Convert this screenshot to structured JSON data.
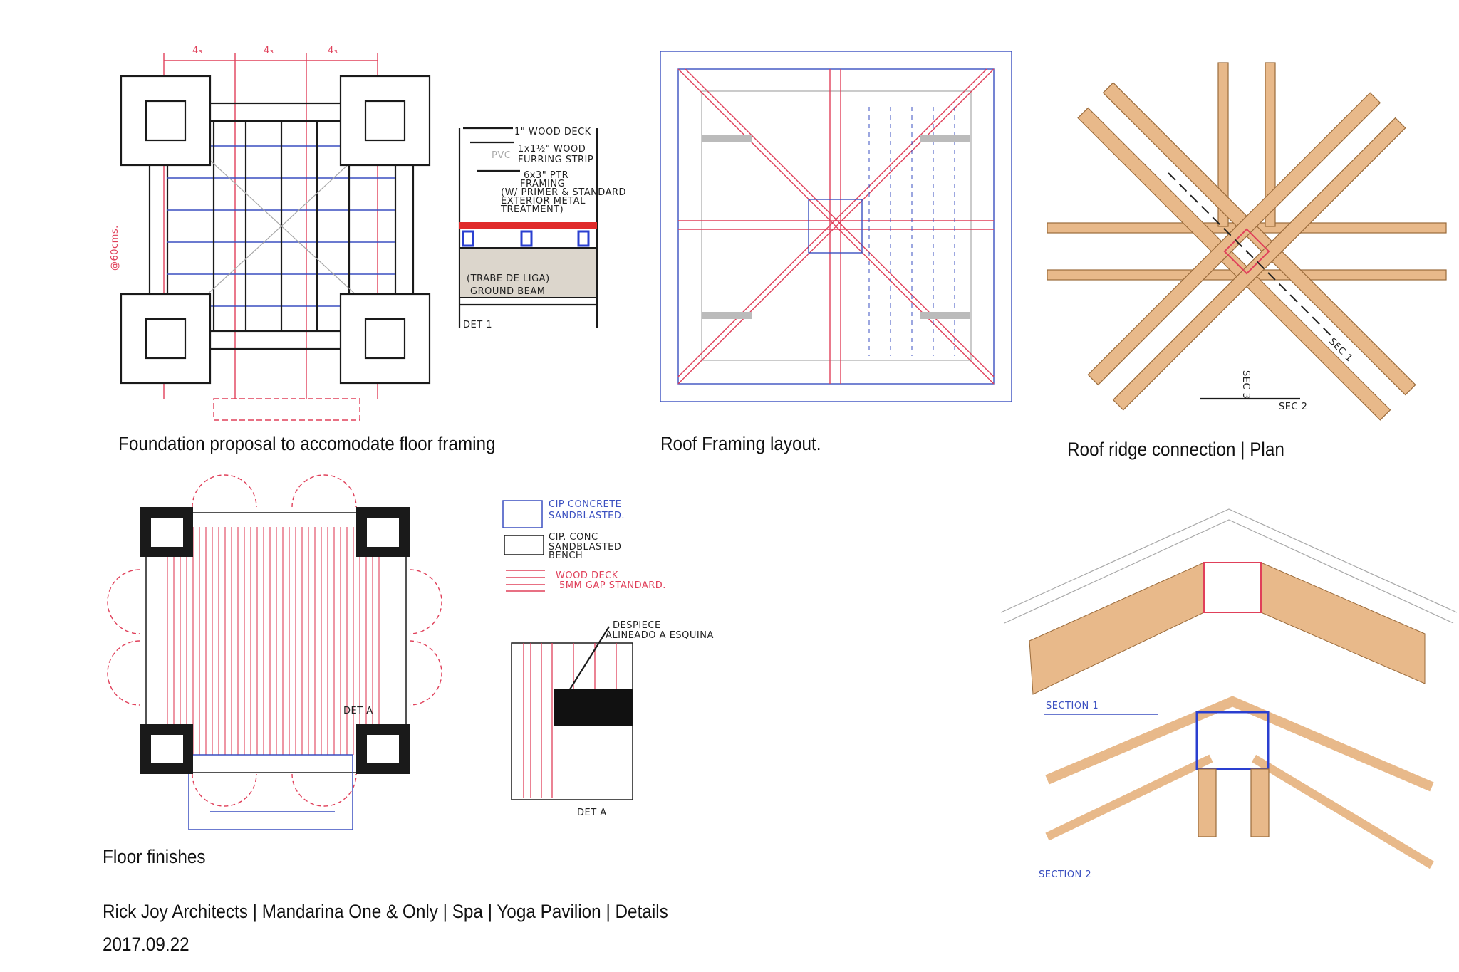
{
  "captions": {
    "foundation": "Foundation proposal to accomodate floor framing",
    "roof_framing": "Roof Framing layout.",
    "ridge": "Roof ridge connection | Plan",
    "floor": "Floor finishes",
    "title": "Rick Joy Architects | Mandarina One & Only | Spa | Yoga Pavilion | Details",
    "date": "2017.09.22"
  },
  "foundation_notes": {
    "dim1": "4₃",
    "dim2": "4₃",
    "dim3": "4₃",
    "spacing": "@60cms.",
    "detail_ref": "DET 1"
  },
  "detail1": {
    "note1": "1\" WOOD DECK",
    "note2a": "1x1½\" WOOD",
    "note2b": "FURRING STRIP",
    "pvc": "PVC",
    "note3a": "6x3\" PTR",
    "note3b": "FRAMING",
    "note3c": "(W/ PRIMER & STANDARD",
    "note3d": "EXTERIOR METAL",
    "note3e": "TREATMENT)",
    "beam1": "(TRABE DE LIGA)",
    "beam2": "GROUND BEAM",
    "label": "DET 1"
  },
  "legend": {
    "item1a": "CIP CONCRETE",
    "item1b": "SANDBLASTED.",
    "item2a": "CIP. CONC",
    "item2b": "SANDBLASTED",
    "item2c": "BENCH",
    "item3a": "WOOD DECK",
    "item3b": "5MM GAP STANDARD."
  },
  "detailA": {
    "note1": "DESPIECE",
    "note2": "ALINEADO A ESQUINA",
    "label": "DET A",
    "plan_ref": "DET A"
  },
  "ridge_notes": {
    "sec1": "SEC 1",
    "sec2": "SEC 2",
    "sec3": "SEC 3"
  },
  "sections": {
    "s1": "SECTION 1",
    "s2": "SECTION 2"
  },
  "colors": {
    "red": "#e0405a",
    "blue": "#3a4fc0",
    "wood": "#e8b98a",
    "ink": "#1a1a1a"
  }
}
